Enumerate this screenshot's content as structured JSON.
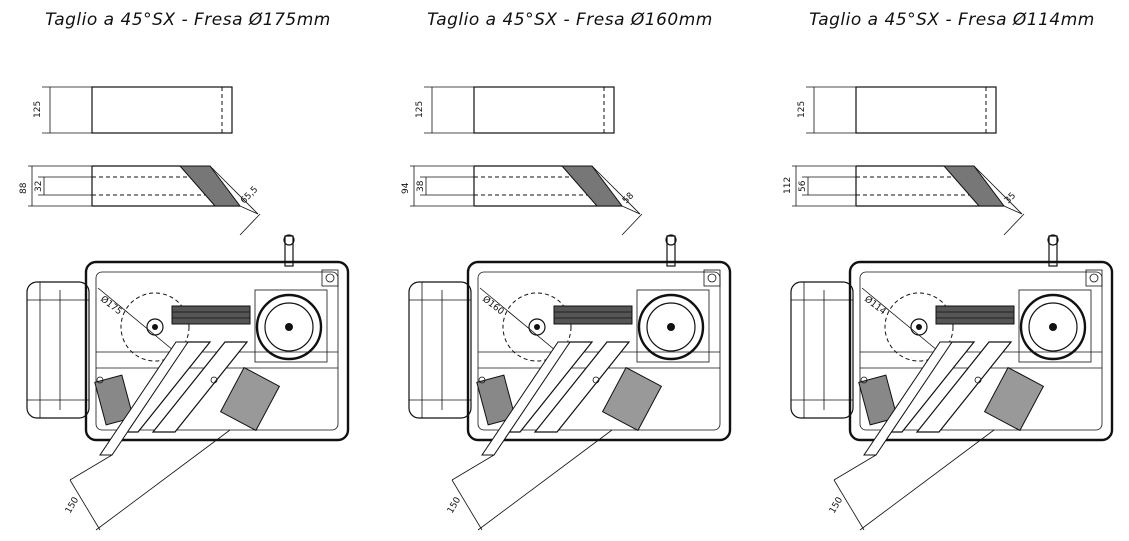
{
  "panels": [
    {
      "title": "Taglio a 45°SX - Fresa Ø175mm",
      "diameter_label": "Ø175",
      "height": "125",
      "thickness_outer": "88",
      "thickness_inner": "32",
      "cut_depth": "65,5",
      "length": "150"
    },
    {
      "title": "Taglio a 45°SX - Fresa Ø160mm",
      "diameter_label": "Ø160",
      "height": "125",
      "thickness_outer": "94",
      "thickness_inner": "38",
      "cut_depth": "58",
      "length": "150"
    },
    {
      "title": "Taglio a 45°SX - Fresa Ø114mm",
      "diameter_label": "Ø114",
      "height": "125",
      "thickness_outer": "112",
      "thickness_inner": "56",
      "cut_depth": "35",
      "length": "150"
    }
  ]
}
